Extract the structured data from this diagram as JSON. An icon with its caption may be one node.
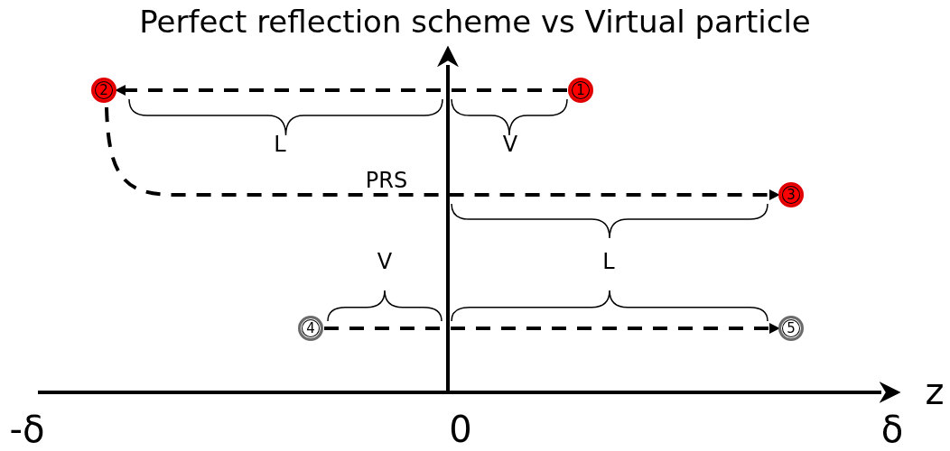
{
  "diagram": {
    "title": "Perfect reflection scheme vs Virtual particle",
    "nodes": [
      {
        "text": [
          "1"
        ]
      },
      {
        "text": [
          "2"
        ]
      },
      {
        "text": [
          "3"
        ]
      },
      {
        "text": [
          "4"
        ]
      },
      {
        "text": [
          "5"
        ]
      }
    ],
    "edges": [
      {
        "from": 0,
        "to": 1,
        "arrow": "to",
        "style": "dashed"
      },
      {
        "from": 1,
        "to": 2,
        "arrow": "to",
        "style": "dashed",
        "label": "PRS"
      },
      {
        "from": 3,
        "to": 4,
        "arrow": "to",
        "style": "dashed"
      }
    ],
    "labels": [
      "L",
      "V",
      "V",
      "L",
      "z",
      "-δ",
      "0",
      "δ"
    ]
  }
}
